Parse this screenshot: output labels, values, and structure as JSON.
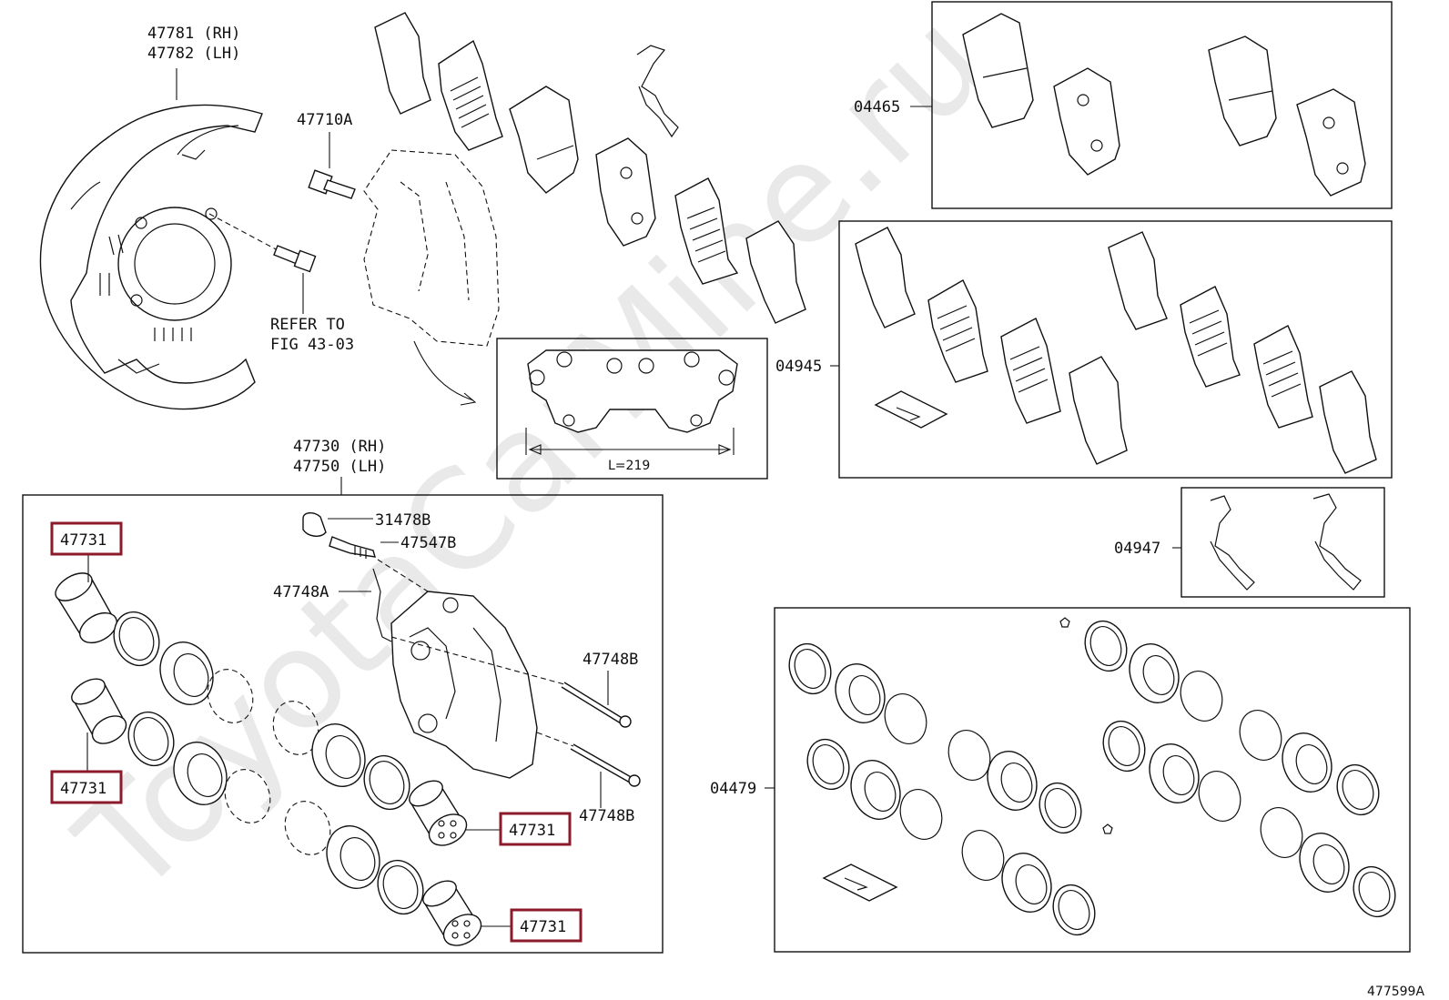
{
  "watermark": "ToyotaCarMine.ru",
  "diagram_code": "477599A",
  "labels": {
    "shield": [
      "47781 (RH)",
      "47782 (LH)"
    ],
    "bolt_47710A": "47710A",
    "refer_to": [
      "REFER TO",
      "FIG 43-03"
    ],
    "caliper": [
      "47730 (RH)",
      "47750 (LH)"
    ],
    "length_note": "L=219",
    "kit_04465": "04465",
    "kit_04945": "04945",
    "kit_04947": "04947",
    "kit_04479": "04479",
    "cap_31478B": "31478B",
    "bleeder_47547B": "47547B",
    "clip_47748A": "47748A",
    "pin_47748B_top": "47748B",
    "pin_47748B_bottom": "47748B",
    "piston_top_left": "47731",
    "piston_mid_left": "47731",
    "piston_mid_right": "47731",
    "piston_bottom_right": "47731"
  },
  "colors": {
    "highlight": "#8b1a2b",
    "line": "#111111",
    "watermark": "#e9e9e9"
  }
}
